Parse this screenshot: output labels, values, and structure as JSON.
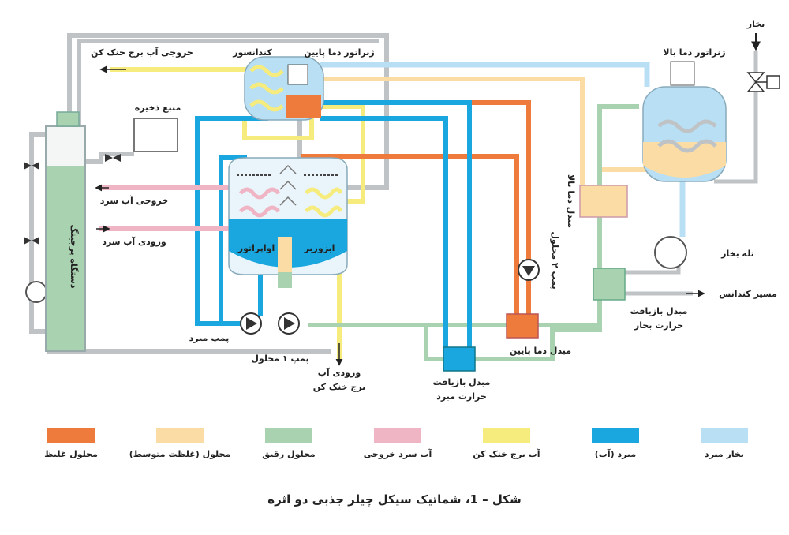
{
  "diagram": {
    "labels": {
      "steam": "بخار",
      "high_temp_generator": "ژنراتور دما بالا",
      "low_temp_generator": "ژنراتور دما پایین",
      "condenser": "کندانسور",
      "cooling_tower_outlet": "خروجی آب برج خنک کن",
      "reserve_tank": "منبع ذخیره",
      "chilled_water_outlet": "خروجی آب سرد",
      "chilled_water_inlet": "ورودی آب سرد",
      "evaporator": "اواپراتور",
      "absorber": "ابزوربر",
      "purge_unit": "دستگاه پرجینگ",
      "refrigerant_pump": "پمپ مبرد",
      "solution_pump_1": "پمپ ۱ محلول",
      "solution_pump_2": "پمپ ۲ محلول",
      "cooling_tower_inlet_1": "ورودی آب",
      "cooling_tower_inlet_2": "برج خنک کن",
      "refrigerant_heat_recovery_1": "مبدل بازیافت",
      "refrigerant_heat_recovery_2": "حرارت مبرد",
      "low_temp_exchanger": "مبدل دما پایین",
      "high_temp_exchanger": "مبدل دما بالا",
      "steam_trap": "تله بخار",
      "condensate_path": "مسیر کندانس",
      "steam_heat_recovery_1": "مبدل بازیافت",
      "steam_heat_recovery_2": "حرارت بخار"
    },
    "legend": [
      {
        "label": "محلول غلیظ",
        "color": "#ee7b3c"
      },
      {
        "label": "محلول (غلظت متوسط)",
        "color": "#fbdca4"
      },
      {
        "label": "محلول رقیق",
        "color": "#a9d2b1"
      },
      {
        "label": "آب سرد خروجی",
        "color": "#f0b5c4"
      },
      {
        "label": "آب برج خنک کن",
        "color": "#f6ec7d"
      },
      {
        "label": "مبرد (آب)",
        "color": "#1aa6de"
      },
      {
        "label": "بخار مبرد",
        "color": "#b8dff4"
      }
    ],
    "caption": "شکل – 1، شماتیک سیکل چیلر جذبی دو اثره"
  }
}
